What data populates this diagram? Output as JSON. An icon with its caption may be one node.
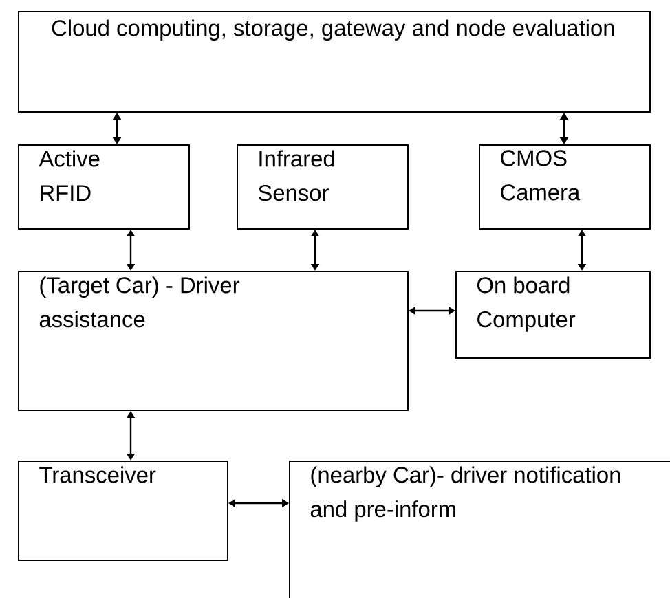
{
  "diagram": {
    "nodes": [
      {
        "text": [
          "Cloud computing, storage, gateway and node evaluation"
        ]
      },
      {
        "text": [
          "Active RFID"
        ]
      },
      {
        "text": [
          "Infrared Sensor"
        ]
      },
      {
        "text": [
          "CMOS Camera"
        ]
      },
      {
        "text": [
          "(Target Car) - Driver assistance"
        ]
      },
      {
        "text": [
          "On board Computer"
        ]
      },
      {
        "text": [
          "Transceiver"
        ]
      },
      {
        "text": [
          "(nearby Car)- driver notification and pre-inform"
        ]
      }
    ],
    "edges": [
      {
        "from": 0,
        "to": 1,
        "arrow": "both"
      },
      {
        "from": 0,
        "to": 3,
        "arrow": "both"
      },
      {
        "from": 1,
        "to": 4,
        "arrow": "both"
      },
      {
        "from": 2,
        "to": 4,
        "arrow": "both"
      },
      {
        "from": 3,
        "to": 5,
        "arrow": "both"
      },
      {
        "from": 4,
        "to": 5,
        "arrow": "both"
      },
      {
        "from": 4,
        "to": 6,
        "arrow": "both"
      },
      {
        "from": 6,
        "to": 7,
        "arrow": "both"
      }
    ]
  }
}
